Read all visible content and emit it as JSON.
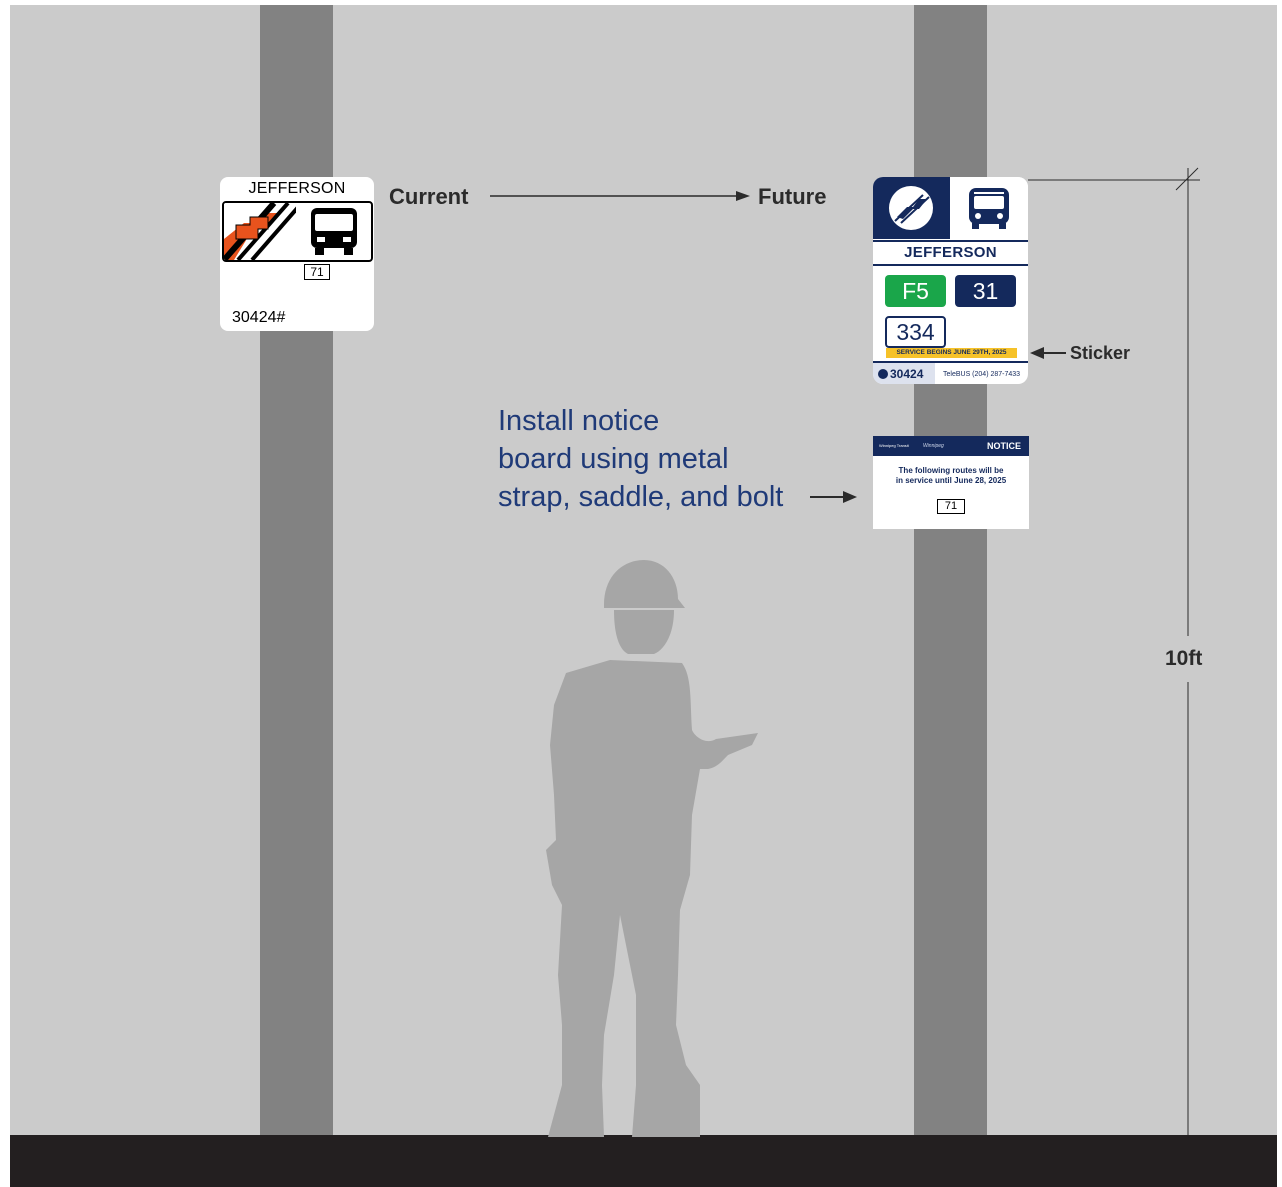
{
  "current_sign": {
    "stop_name": "JEFFERSON",
    "route": "71",
    "stop_number": "30424#"
  },
  "labels": {
    "current": "Current",
    "future": "Future",
    "sticker": "Sticker",
    "height": "10ft",
    "install_line1": "Install notice",
    "install_line2": "board using metal",
    "install_line3": "strap, saddle, and bolt"
  },
  "future_sign": {
    "stop_name": "JEFFERSON",
    "routes": [
      "F5",
      "31",
      "334"
    ],
    "sticker_text": "SERVICE BEGINS JUNE 29TH, 2025",
    "stop_number": "30424",
    "telebus": "TeleBUS (204) 287-7433"
  },
  "notice_board": {
    "title": "NOTICE",
    "logo_transit": "Winnipeg Transit",
    "logo_city": "Winnipeg",
    "body_line1": "The following routes will be",
    "body_line2": "in service until June 28, 2025",
    "route": "71"
  },
  "colors": {
    "navy": "#14295c",
    "green": "#1aa64a",
    "sticker_yellow": "#f6c229",
    "background": "#cbcbcb",
    "pole": "#828282",
    "ground": "#231f20",
    "silhouette": "#a6a6a6"
  }
}
